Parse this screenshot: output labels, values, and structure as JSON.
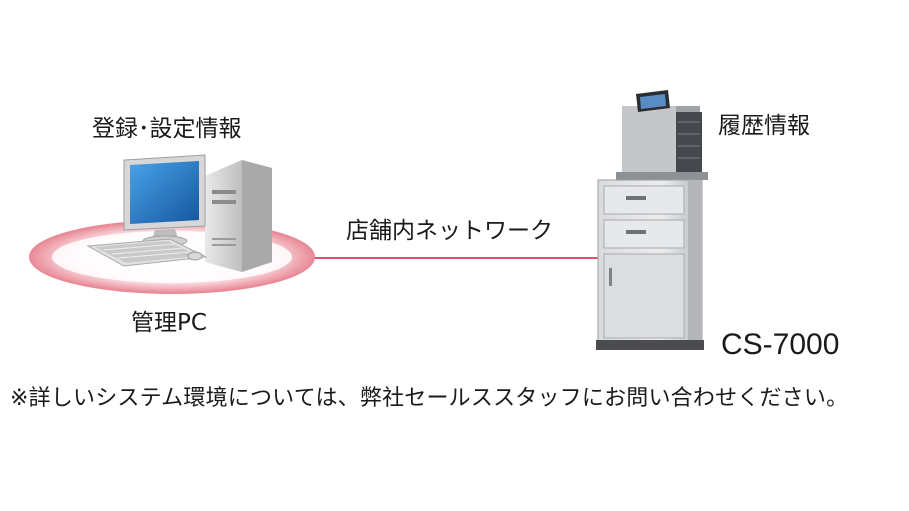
{
  "labels": {
    "pc_info": "登録･設定情報",
    "pc_name": "管理PC",
    "network": "店舗内ネットワーク",
    "history": "履歴情報",
    "model": "CS-7000"
  },
  "note": "※詳しいシステム環境については、弊社セールススタッフにお問い合わせください。",
  "colors": {
    "network_line": "#e0506a",
    "ring_outer": "#e98a97",
    "monitor_screen": "#1f73c2"
  },
  "icons": [
    "desktop-pc-icon",
    "cash-machine-icon"
  ]
}
